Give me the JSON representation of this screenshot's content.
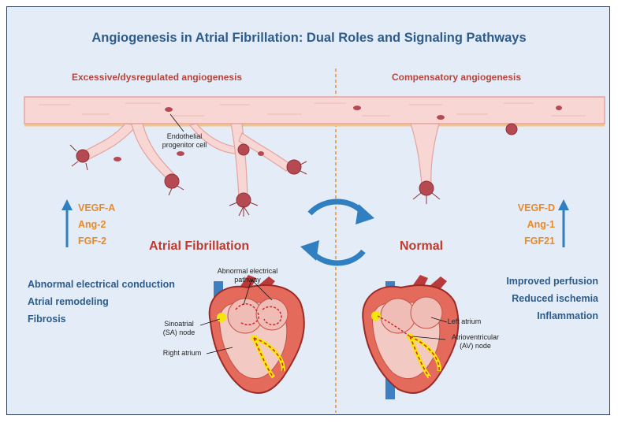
{
  "title": "Angiogenesis in Atrial Fibrillation: Dual Roles and Signaling Pathways",
  "left_panel": {
    "heading": "Excessive/dysregulated angiogenesis",
    "factors": [
      "VEGF-A",
      "Ang-2",
      "FGF-2"
    ],
    "state": "Atrial Fibrillation",
    "effects": [
      "Abnormal electrical conduction",
      "Atrial remodeling",
      "Fibrosis"
    ]
  },
  "right_panel": {
    "heading": "Compensatory angiogenesis",
    "factors": [
      "VEGF-D",
      "Ang-1",
      "FGF21"
    ],
    "state": "Normal",
    "effects": [
      "Improved perfusion",
      "Reduced ischemia",
      "Inflammation"
    ]
  },
  "labels": {
    "epc": [
      "Endothelial",
      "progenitor cell"
    ],
    "abnormal_pathway": [
      "Abnormal electrical",
      "pathway"
    ],
    "sa_node": [
      "Sinoatrial",
      "(SA) node"
    ],
    "right_atrium": "Right atrium",
    "left_atrium": "Left atrium",
    "av_node": [
      "Atrioventricular",
      "(AV) node"
    ]
  },
  "colors": {
    "title": "#2e5b8a",
    "section_heading": "#b8443c",
    "factor": "#e8892a",
    "state": "#c0392b",
    "effect": "#2e5b8a",
    "arrow": "#2f7fc1",
    "vessel": "#f6d3d1",
    "cell": "#b54a52"
  }
}
